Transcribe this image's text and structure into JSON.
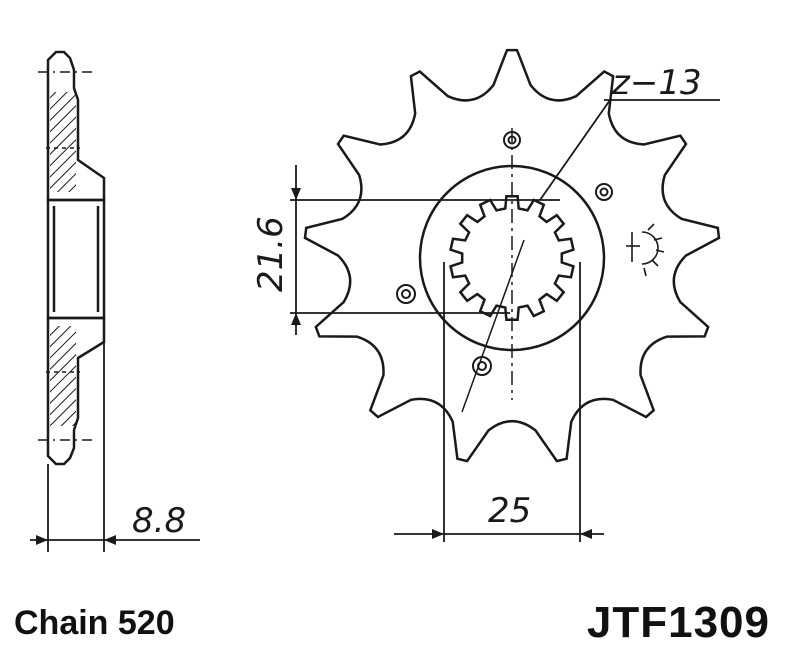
{
  "diagram": {
    "teeth_label": "z−13",
    "width_label": "8.8",
    "bore_label": "21.6",
    "center_label": "25",
    "teeth_count": 13,
    "colors": {
      "ink": "#1a1a1a",
      "paper": "#ffffff"
    }
  },
  "footer": {
    "chain": "Chain 520",
    "part_number": "JTF1309"
  }
}
